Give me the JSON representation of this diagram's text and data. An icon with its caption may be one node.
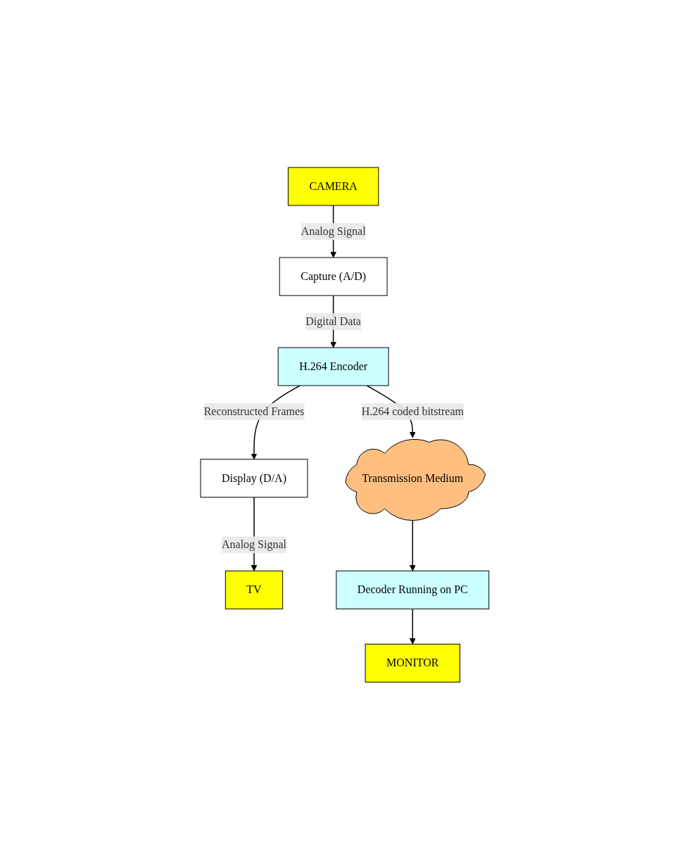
{
  "diagram": {
    "nodes": [
      {
        "text": [
          "CAMERA"
        ]
      },
      {
        "text": [
          "Capture (A/D)"
        ]
      },
      {
        "text": [
          "H.264 Encoder"
        ]
      },
      {
        "text": [
          "Transmission Medium"
        ]
      },
      {
        "text": [
          "Display (D/A)"
        ]
      },
      {
        "text": [
          "TV"
        ]
      },
      {
        "text": [
          "Decoder Running on PC"
        ]
      },
      {
        "text": [
          "MONITOR"
        ]
      }
    ],
    "edges": [
      {
        "from": 0,
        "to": 1,
        "arrow": "to",
        "label": "Analog Signal"
      },
      {
        "from": 1,
        "to": 2,
        "arrow": "to",
        "label": "Digital Data"
      },
      {
        "from": 2,
        "to": 3,
        "arrow": "to",
        "label": "H.264 coded bitstream"
      },
      {
        "from": 2,
        "to": 4,
        "arrow": "to",
        "label": "Reconstructed Frames"
      },
      {
        "from": 4,
        "to": 5,
        "arrow": "to",
        "label": "Analog Signal"
      },
      {
        "from": 3,
        "to": 6,
        "arrow": "to"
      },
      {
        "from": 6,
        "to": 7,
        "arrow": "to"
      }
    ]
  }
}
